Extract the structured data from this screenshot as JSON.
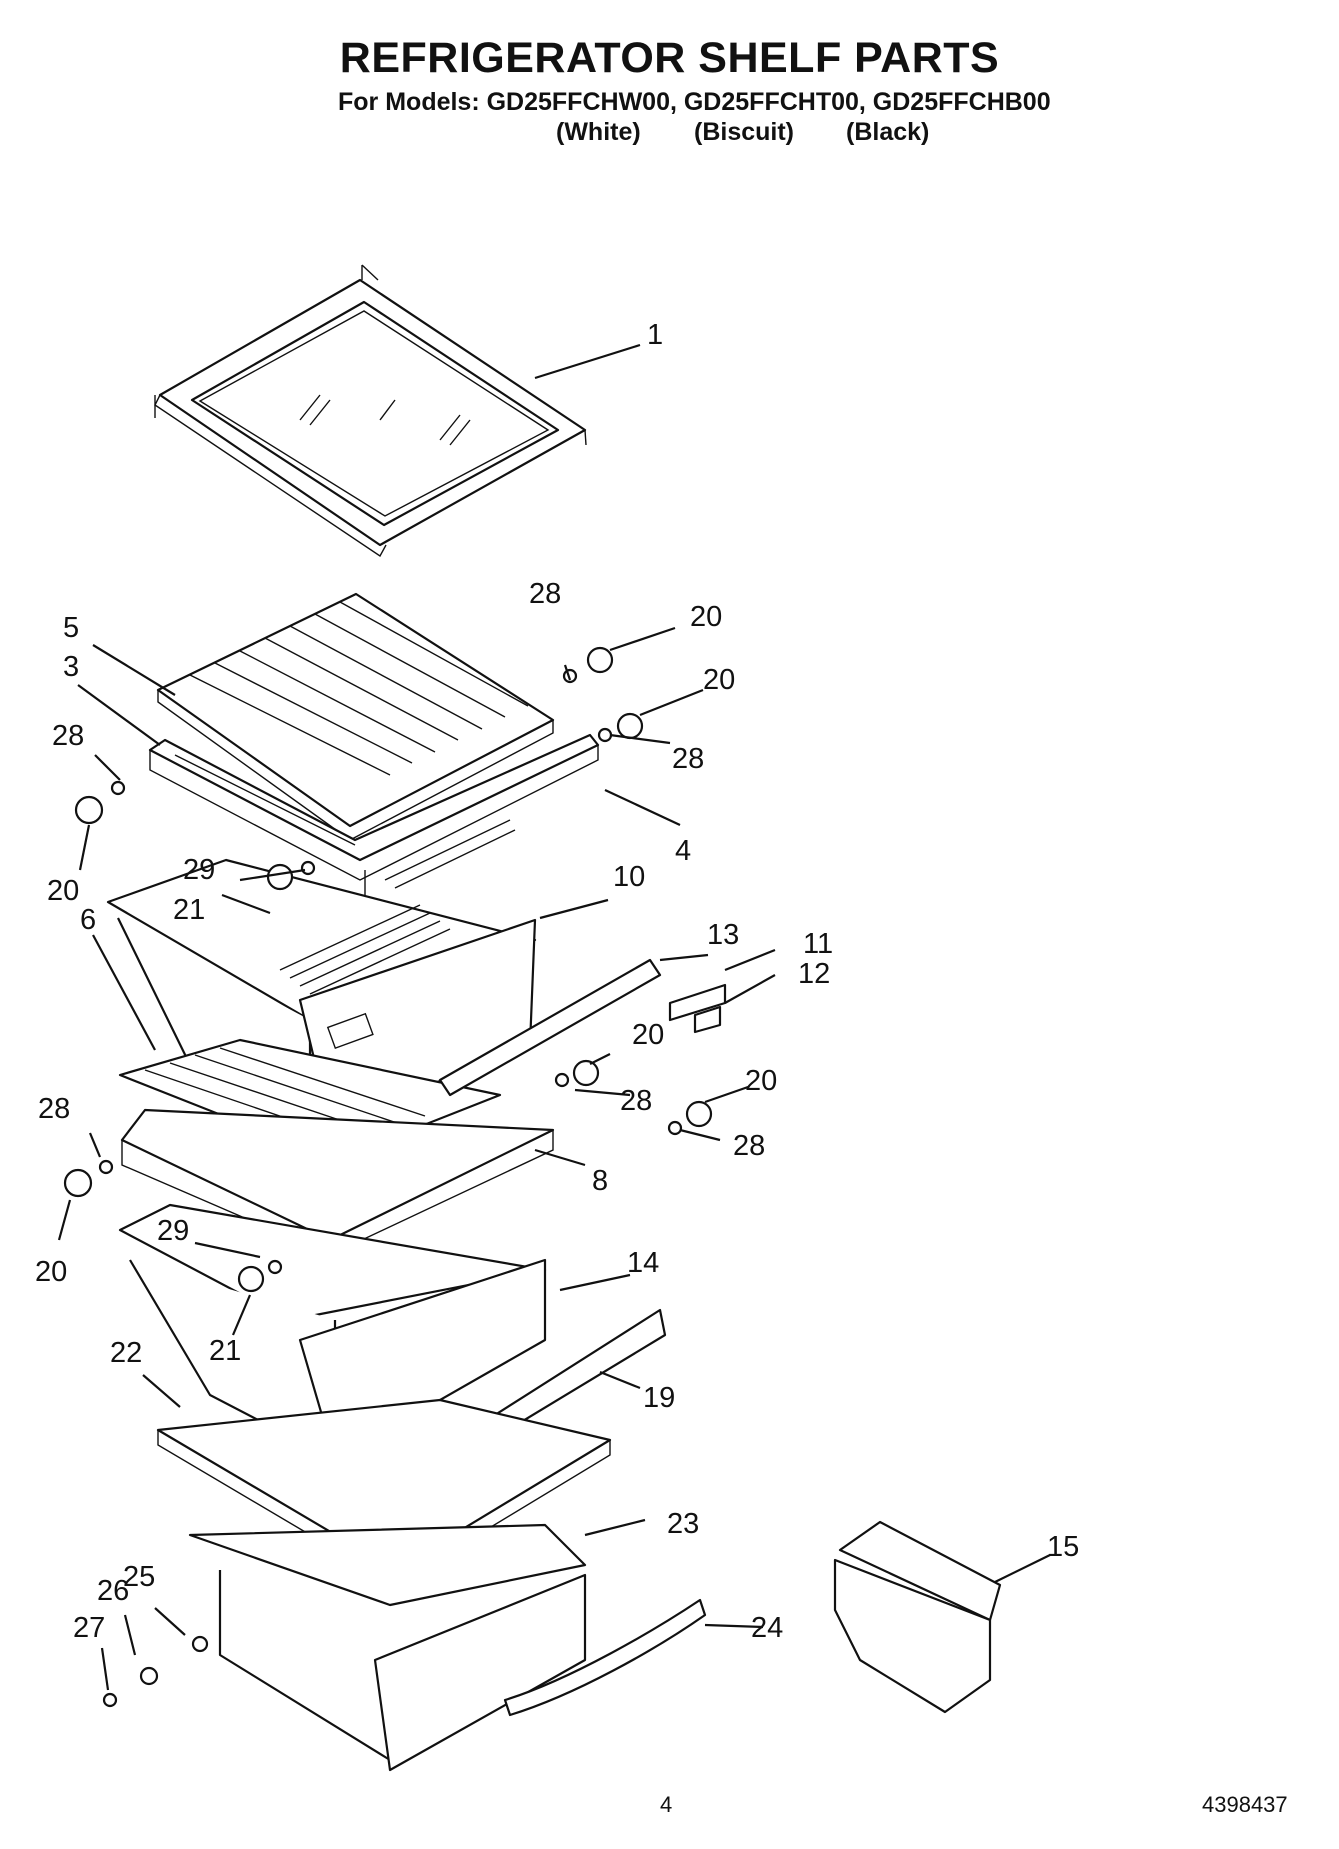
{
  "title": "REFRIGERATOR SHELF PARTS",
  "models_line": "For Models: GD25FFCHW00, GD25FFCHT00, GD25FFCHB00",
  "variants": [
    "(White)",
    "(Biscuit)",
    "(Black)"
  ],
  "callouts": [
    "1",
    "5",
    "3",
    "28",
    "20",
    "28",
    "20",
    "20",
    "28",
    "4",
    "29",
    "10",
    "21",
    "6",
    "13",
    "11",
    "12",
    "20",
    "28",
    "28",
    "20",
    "28",
    "8",
    "20",
    "29",
    "14",
    "21",
    "22",
    "19",
    "25",
    "23",
    "15",
    "26",
    "27",
    "24"
  ],
  "page_number": "4",
  "document_number": "4398437"
}
